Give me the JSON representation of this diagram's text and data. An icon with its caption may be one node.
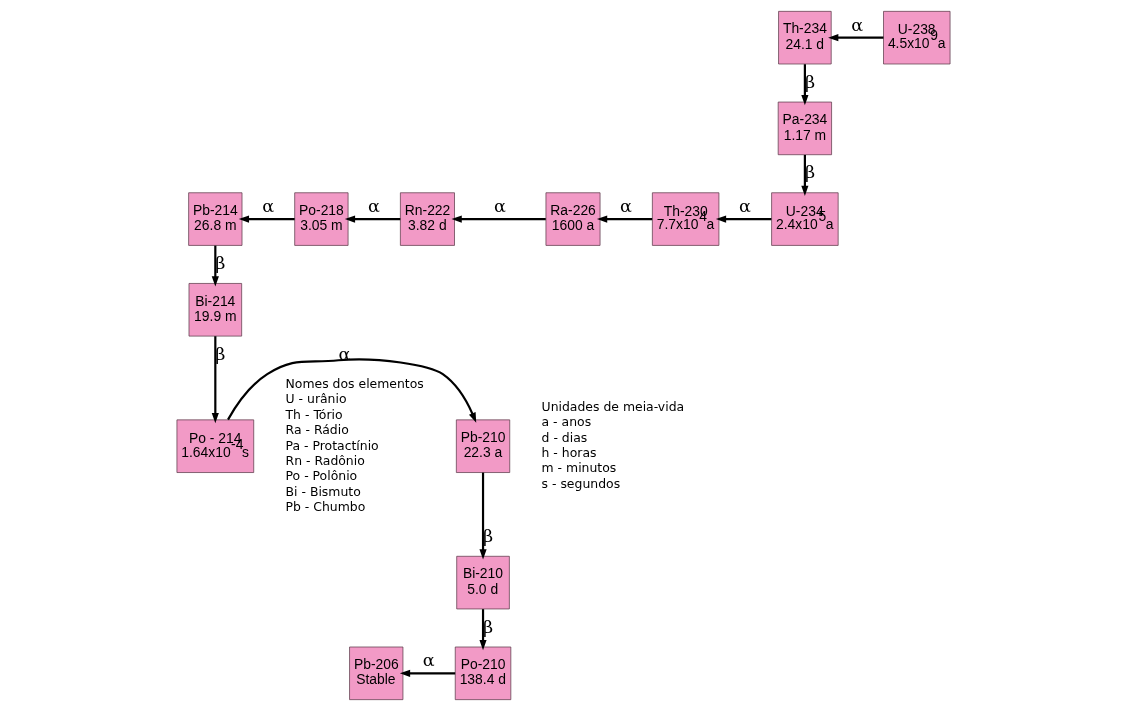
{
  "diagram": {
    "nodes": [
      {
        "text": [
          "Th-234",
          "24.1 d"
        ]
      },
      {
        "text": [
          "U-238",
          "4.5x10$^{9}$a"
        ]
      },
      {
        "text": [
          "Pa-234",
          "1.17 m"
        ]
      },
      {
        "text": [
          "Pb-214",
          "26.8 m"
        ]
      },
      {
        "text": [
          "Po-218",
          "3.05 m"
        ]
      },
      {
        "text": [
          "Rn-222",
          "3.82 d"
        ]
      },
      {
        "text": [
          "Ra-226",
          "1600 a"
        ]
      },
      {
        "text": [
          "Th-230",
          "7.7x10$^{4}$a"
        ]
      },
      {
        "text": [
          "U-234",
          "2.4x10$^{5}$a"
        ]
      },
      {
        "text": [
          "Bi-214",
          "19.9 m"
        ]
      },
      {
        "text": [
          "Pb-210",
          "22.3 a"
        ]
      },
      {
        "text": [
          "Po - 214",
          "1.64x10$^{-4}$s"
        ]
      },
      {
        "text": [
          "Bi-210",
          "5.0 d"
        ]
      },
      {
        "text": [
          "Pb-206",
          "Stable"
        ]
      },
      {
        "text": [
          "Po-210",
          "138.4 d"
        ]
      }
    ],
    "edges": [
      {
        "from": 1,
        "to": 0,
        "arrow": "to",
        "label": "α"
      },
      {
        "from": 0,
        "to": 2,
        "arrow": "to",
        "label": "β"
      },
      {
        "from": 2,
        "to": 8,
        "arrow": "to",
        "label": "β"
      },
      {
        "from": 8,
        "to": 7,
        "arrow": "to",
        "label": "α"
      },
      {
        "from": 7,
        "to": 6,
        "arrow": "to",
        "label": "α"
      },
      {
        "from": 6,
        "to": 5,
        "arrow": "to",
        "label": "α"
      },
      {
        "from": 5,
        "to": 4,
        "arrow": "to",
        "label": "α"
      },
      {
        "from": 4,
        "to": 3,
        "arrow": "to",
        "label": "α"
      },
      {
        "from": 3,
        "to": 9,
        "arrow": "to",
        "label": "β"
      },
      {
        "from": 9,
        "to": 11,
        "arrow": "to",
        "label": "β"
      },
      {
        "from": 11,
        "to": 10,
        "arrow": "to",
        "label": "α"
      },
      {
        "from": 10,
        "to": 12,
        "arrow": "to",
        "label": "β"
      },
      {
        "from": 12,
        "to": 14,
        "arrow": "to",
        "label": "β"
      },
      {
        "from": 14,
        "to": 13,
        "arrow": "to",
        "label": "α"
      }
    ],
    "labels": [
      "Nomes dos elementos",
      "U - urânio",
      "Th - Tório",
      "Ra - Rádio",
      "Pa - Protactínio",
      "Rn - Radônio",
      "Po - Polônio",
      "Bi - Bismuto",
      "Pb - Chumbo",
      "Unidades de meia-vida",
      "a - anos",
      "d - dias",
      "h - horas",
      "m - minutos",
      "s - segundos"
    ]
  }
}
